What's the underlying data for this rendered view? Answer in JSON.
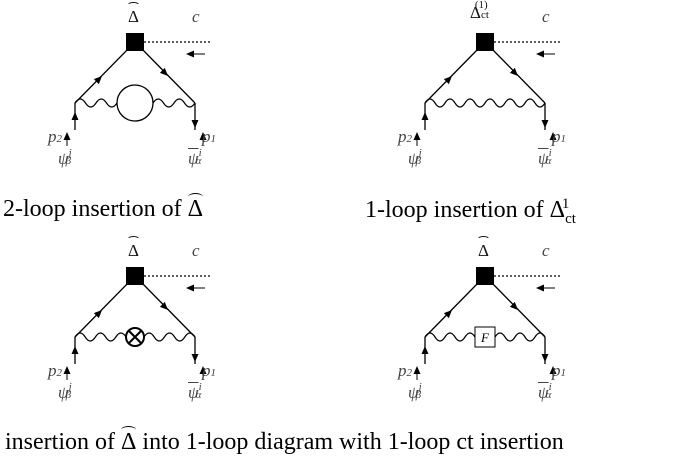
{
  "diagrams": [
    {
      "vertex_label": "Δ",
      "vertex_hat": true,
      "vertex_superscript": "",
      "vertex_subscript": "",
      "ghost_label": "c",
      "p_left": "p",
      "p_left_sub": "2",
      "p_right": "p",
      "p_right_sub": "1",
      "field_left": "ψ",
      "field_left_sup": "j",
      "field_left_sub": "β",
      "field_right": "ψ",
      "field_right_sup": "i",
      "field_right_sub": "α",
      "insertion": "loop"
    },
    {
      "vertex_label": "Δ",
      "vertex_hat": false,
      "vertex_superscript": "(1)",
      "vertex_subscript": "ct",
      "ghost_label": "c",
      "p_left": "p",
      "p_left_sub": "2",
      "p_right": "p",
      "p_right_sub": "1",
      "field_left": "ψ",
      "field_left_sup": "j",
      "field_left_sub": "β",
      "field_right": "ψ",
      "field_right_sup": "i",
      "field_right_sub": "α",
      "insertion": "none"
    },
    {
      "vertex_label": "Δ",
      "vertex_hat": true,
      "vertex_superscript": "",
      "vertex_subscript": "",
      "ghost_label": "c",
      "p_left": "p",
      "p_left_sub": "2",
      "p_right": "p",
      "p_right_sub": "1",
      "field_left": "ψ",
      "field_left_sup": "j",
      "field_left_sub": "β",
      "field_right": "ψ",
      "field_right_sup": "i",
      "field_right_sub": "α",
      "insertion": "otimes"
    },
    {
      "vertex_label": "Δ",
      "vertex_hat": true,
      "vertex_superscript": "",
      "vertex_subscript": "",
      "ghost_label": "c",
      "p_left": "p",
      "p_left_sub": "2",
      "p_right": "p",
      "p_right_sub": "1",
      "field_left": "ψ",
      "field_left_sup": "j",
      "field_left_sub": "β",
      "field_right": "ψ",
      "field_right_sup": "i",
      "field_right_sub": "α",
      "insertion": "box",
      "box_label": "F"
    }
  ],
  "captions": {
    "top_left_prefix": "2-loop insertion of ",
    "top_left_symbol": "Δ",
    "top_right_prefix": "1-loop insertion of ",
    "top_right_symbol": "Δ",
    "top_right_sub": "ct",
    "top_right_sup": "1",
    "bottom_prefix": "insertion of ",
    "bottom_symbol": "Δ",
    "bottom_suffix": " into 1-loop diagram with 1-loop ct insertion"
  }
}
